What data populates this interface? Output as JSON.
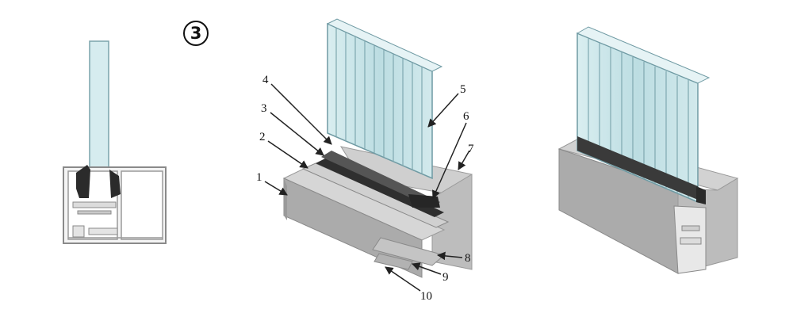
{
  "step_badge": "3",
  "callouts": [
    {
      "id": "1",
      "label": "1"
    },
    {
      "id": "2",
      "label": "2"
    },
    {
      "id": "3",
      "label": "3"
    },
    {
      "id": "4",
      "label": "4"
    },
    {
      "id": "5",
      "label": "5"
    },
    {
      "id": "6",
      "label": "6"
    },
    {
      "id": "7",
      "label": "7"
    },
    {
      "id": "8",
      "label": "8"
    },
    {
      "id": "9",
      "label": "9"
    },
    {
      "id": "10",
      "label": "10"
    }
  ],
  "colors": {
    "glass": "#c9e3e6",
    "glass_edge": "#6f9aa3",
    "aluminium_top": "#c8c8c8",
    "aluminium_front": "#a9a9a9",
    "aluminium_side": "#b9b9b9",
    "gasket": "#2b2b2b",
    "line": "#222222"
  }
}
